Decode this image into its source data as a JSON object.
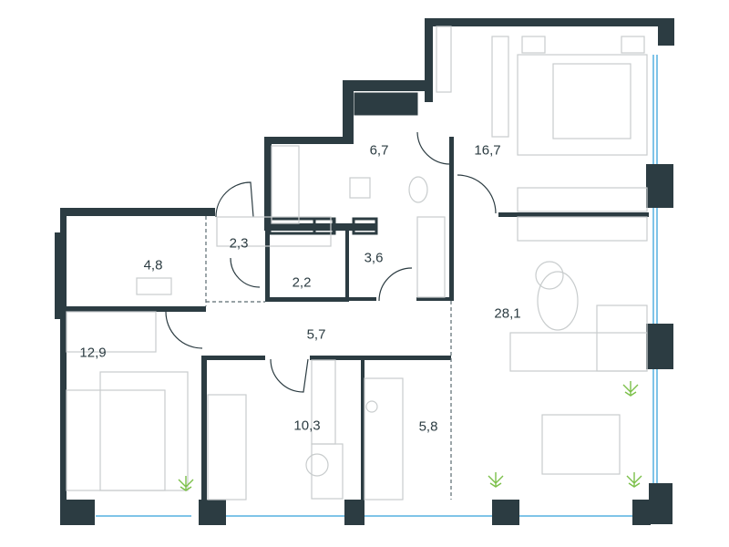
{
  "plan": {
    "wall_color": "#2c3c42",
    "window_color": "#7fc4e8",
    "plant_color": "#7cc04a",
    "rooms": [
      {
        "id": "bathroom-large",
        "area": "6,7"
      },
      {
        "id": "bedroom-master",
        "area": "16,7"
      },
      {
        "id": "hall-entry",
        "area": "2,3"
      },
      {
        "id": "storage",
        "area": "4,8"
      },
      {
        "id": "wc",
        "area": "2,2"
      },
      {
        "id": "bathroom",
        "area": "3,6"
      },
      {
        "id": "living",
        "area": "28,1"
      },
      {
        "id": "corridor",
        "area": "5,7"
      },
      {
        "id": "bedroom-left",
        "area": "12,9"
      },
      {
        "id": "bedroom-child",
        "area": "10,3"
      },
      {
        "id": "kitchen",
        "area": "5,8"
      }
    ]
  }
}
